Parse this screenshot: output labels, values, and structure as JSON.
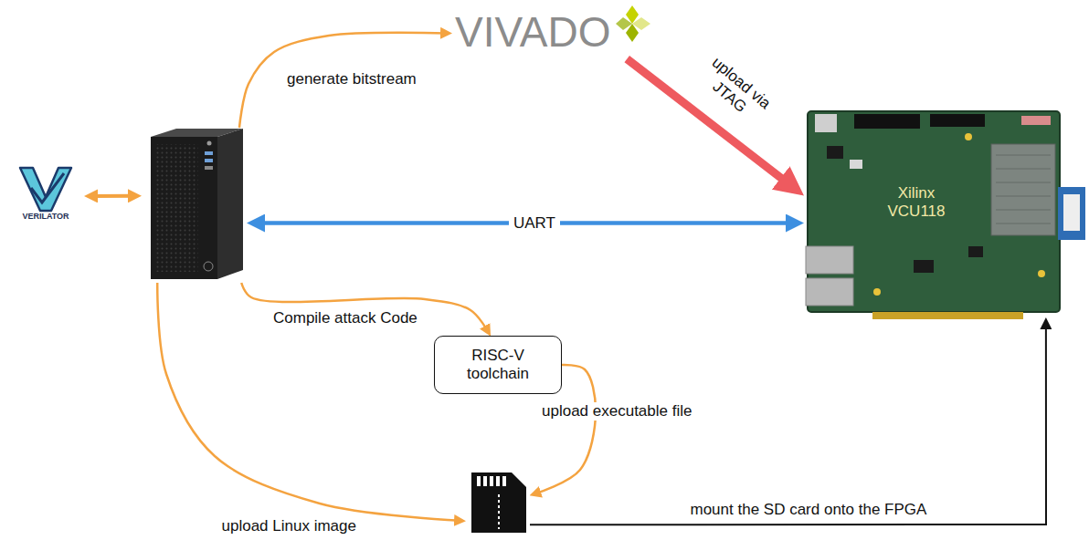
{
  "diagram": {
    "nodes": [
      {
        "text": [
          "VIVADO"
        ]
      },
      {
        "text": [
          "VERILATOR"
        ]
      },
      {
        "text": []
      },
      {
        "text": [
          "Xilinx VCU118"
        ]
      },
      {
        "text": [
          "RISC-V toolchain"
        ]
      },
      {
        "text": []
      }
    ],
    "edges": [
      {
        "from": 1,
        "to": 2,
        "arrow": "both"
      },
      {
        "from": 2,
        "to": 0,
        "arrow": "to",
        "label": "generate bitstream"
      },
      {
        "from": 0,
        "to": 3,
        "arrow": "to",
        "label": "upload via JTAG"
      },
      {
        "from": 2,
        "to": 3,
        "arrow": "both",
        "label": "UART"
      },
      {
        "from": 2,
        "to": 4,
        "arrow": "to",
        "label": "Compile attack Code"
      },
      {
        "from": 4,
        "to": 5,
        "arrow": "to",
        "label": "upload executable file"
      },
      {
        "from": 2,
        "to": 5,
        "arrow": "to",
        "label": "upload Linux image"
      },
      {
        "from": 5,
        "to": 3,
        "arrow": "to",
        "label": "mount the SD card onto the FPGA"
      }
    ]
  }
}
